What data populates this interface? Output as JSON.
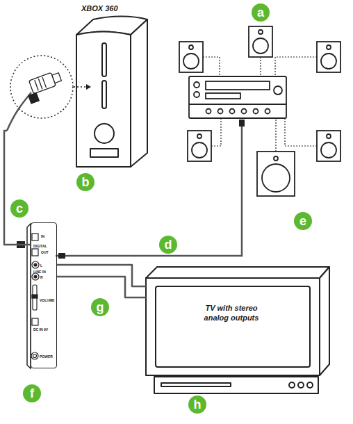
{
  "diagram": {
    "nodes": [
      {
        "text": [
          "XBOX 360"
        ]
      },
      {
        "text": [
          "IN",
          "DIGITAL",
          "OUT",
          "L",
          "LINE IN",
          "R",
          "VOLUME",
          "DC IN 9V",
          "POWER"
        ]
      },
      {
        "text": [
          "TV with stereo analog outputs"
        ]
      }
    ],
    "edges": [
      {
        "from": 0,
        "to": 1,
        "arrow": "none"
      },
      {
        "from": 1,
        "to": 2,
        "arrow": "none"
      },
      {
        "from": 1,
        "to": 2,
        "arrow": "none"
      }
    ],
    "labels": [
      "a",
      "b",
      "c",
      "d",
      "e",
      "f",
      "g",
      "h"
    ]
  }
}
